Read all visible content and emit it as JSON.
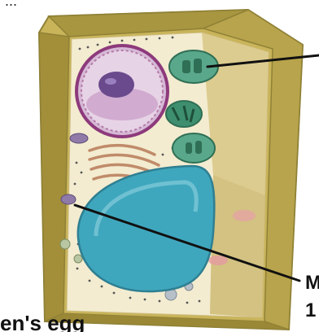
{
  "diagram": {
    "top_partial_text": "...",
    "right_partial_text_1": "M",
    "right_partial_text_2": "1",
    "bottom_partial_text": "en's egg",
    "colors": {
      "cell_wall": "#b9a64a",
      "cell_wall_dark": "#8f8136",
      "cytoplasm": "#f3ecd0",
      "nucleus_envelope": "#8d3a7c",
      "nucleus_inner": "#d8b8d8",
      "nucleolus": "#6a4a8c",
      "vacuole": "#3fa7bd",
      "chloroplast": "#3e8f6f",
      "golgi": "#c08b6a",
      "leader_line": "#111111"
    }
  }
}
